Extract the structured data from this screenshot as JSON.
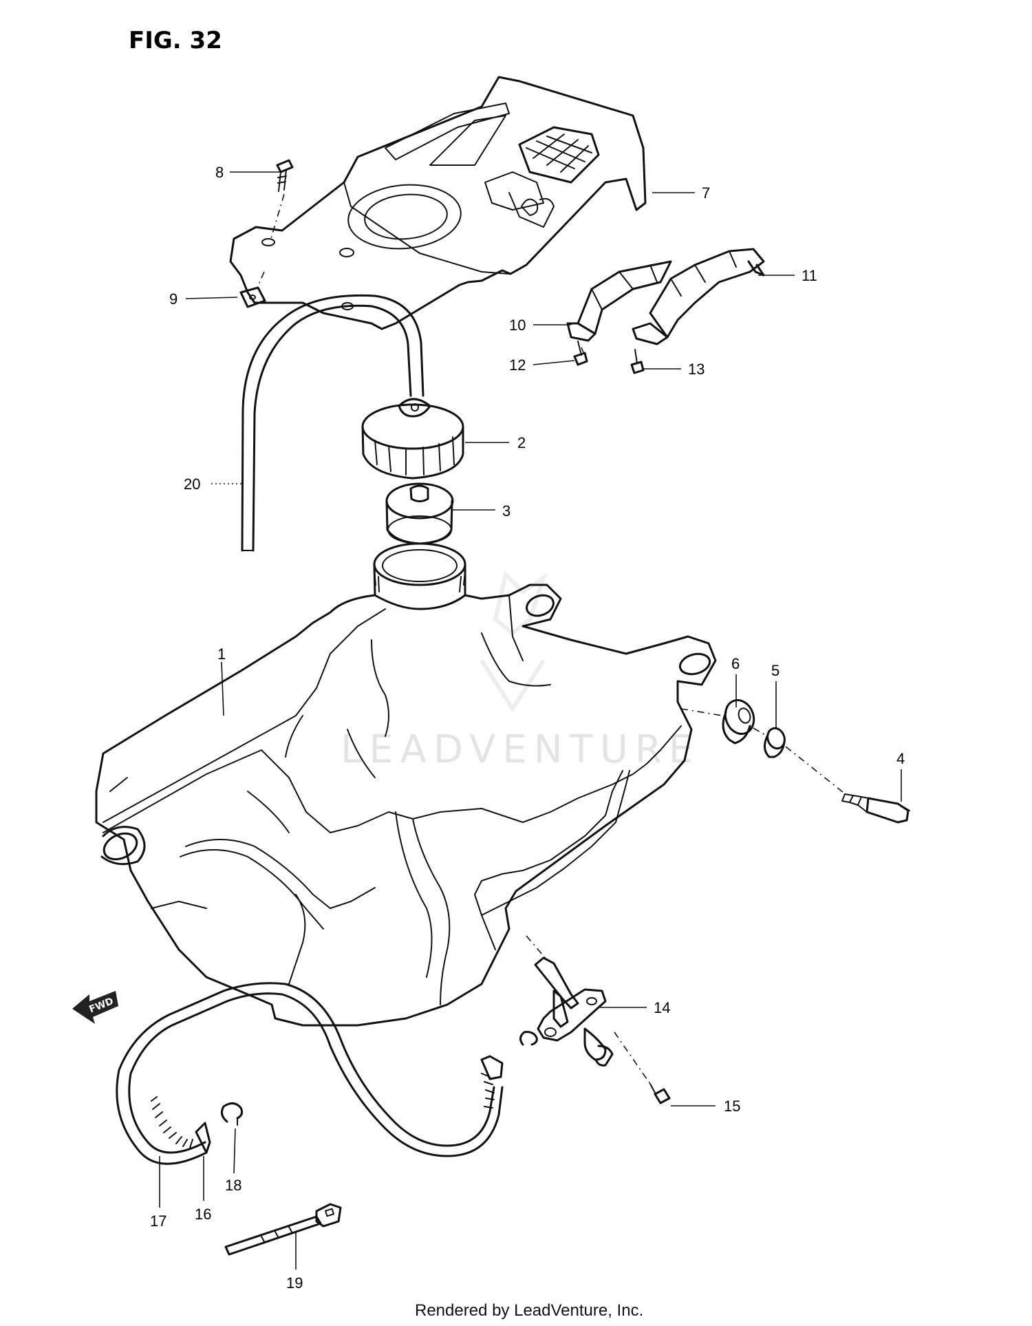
{
  "figure_title": "FIG. 32",
  "fwd_label": "FWD",
  "watermark": "LEADVENTURE",
  "footer": "Rendered by LeadVenture, Inc.",
  "callouts": [
    {
      "id": "1",
      "part": "fuel tank"
    },
    {
      "id": "2",
      "part": "fuel cap"
    },
    {
      "id": "3",
      "part": "cap gasket"
    },
    {
      "id": "4",
      "part": "bolt"
    },
    {
      "id": "5",
      "part": "collar"
    },
    {
      "id": "6",
      "part": "cushion"
    },
    {
      "id": "7",
      "part": "tank cover"
    },
    {
      "id": "8",
      "part": "screw"
    },
    {
      "id": "9",
      "part": "nut"
    },
    {
      "id": "10",
      "part": "cushion"
    },
    {
      "id": "11",
      "part": "cushion"
    },
    {
      "id": "12",
      "part": "screw"
    },
    {
      "id": "13",
      "part": "screw"
    },
    {
      "id": "14",
      "part": "fuel cock"
    },
    {
      "id": "15",
      "part": "screw"
    },
    {
      "id": "16",
      "part": "fuel hose"
    },
    {
      "id": "17",
      "part": "hose protector"
    },
    {
      "id": "18",
      "part": "clip"
    },
    {
      "id": "19",
      "part": "clamp"
    },
    {
      "id": "20",
      "part": "breather hose"
    }
  ]
}
